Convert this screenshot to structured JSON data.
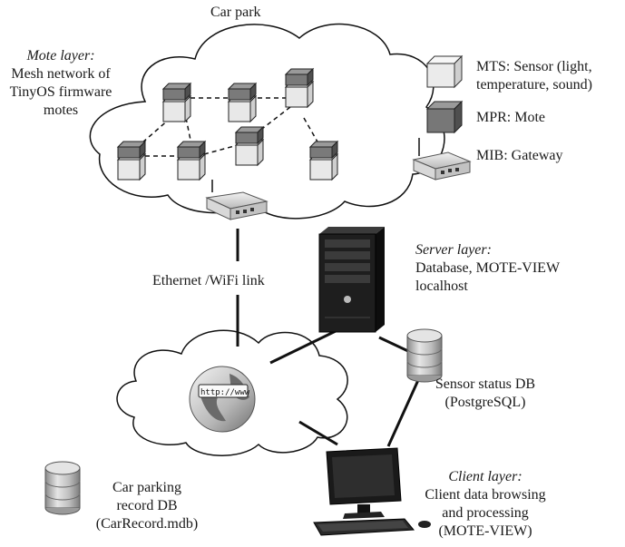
{
  "title": "Car park",
  "mote_layer": {
    "heading": "Mote layer:",
    "lines": [
      "Mesh network of",
      "TinyOS firmware",
      "motes"
    ]
  },
  "legend": [
    {
      "icon": "sensor-cube-icon",
      "lines": [
        "MTS: Sensor (light,",
        "temperature, sound)"
      ]
    },
    {
      "icon": "mote-cube-icon",
      "lines": [
        "MPR: Mote"
      ]
    },
    {
      "icon": "gateway-icon",
      "lines": [
        "MIB: Gateway"
      ]
    }
  ],
  "link_label": "Ethernet /WiFi link",
  "server_layer": {
    "heading": "Server layer:",
    "lines": [
      "Database, MOTE-VIEW",
      "localhost"
    ]
  },
  "sensor_db": {
    "lines": [
      "Sensor status DB",
      "(PostgreSQL)"
    ]
  },
  "car_db": {
    "lines": [
      "Car parking",
      "record DB",
      "(CarRecord.mdb)"
    ]
  },
  "client_layer": {
    "heading": "Client layer:",
    "lines": [
      "Client data browsing",
      "and processing",
      "(MOTE-VIEW)"
    ]
  },
  "globe_text": "http://www",
  "colors": {
    "sensor": "#e8e8e8",
    "mote": "#7a7a7a",
    "server": "#1c1c1c",
    "line": "#111111"
  }
}
